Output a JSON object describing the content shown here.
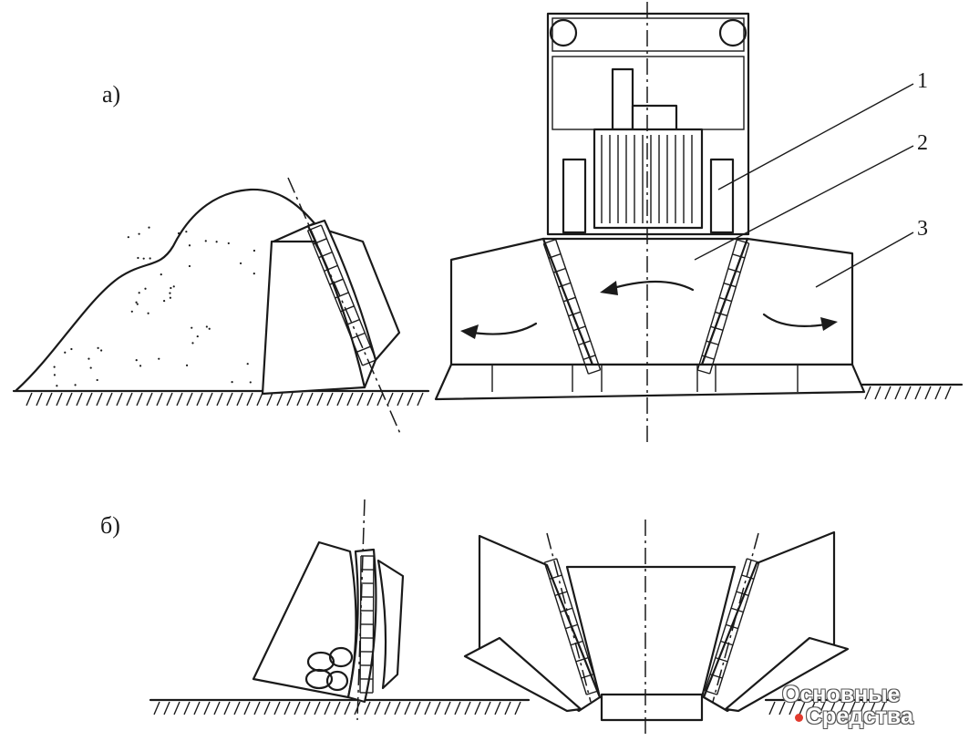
{
  "figure": {
    "panel_a_label": "а)",
    "panel_b_label": "б)",
    "callouts": [
      "1",
      "2",
      "3"
    ]
  },
  "watermark": {
    "line1": "Основные",
    "line2": "Средства",
    "dot_color": "#e23a2e"
  },
  "colors": {
    "ink": "#1a1a1a",
    "paper": "#ffffff"
  }
}
